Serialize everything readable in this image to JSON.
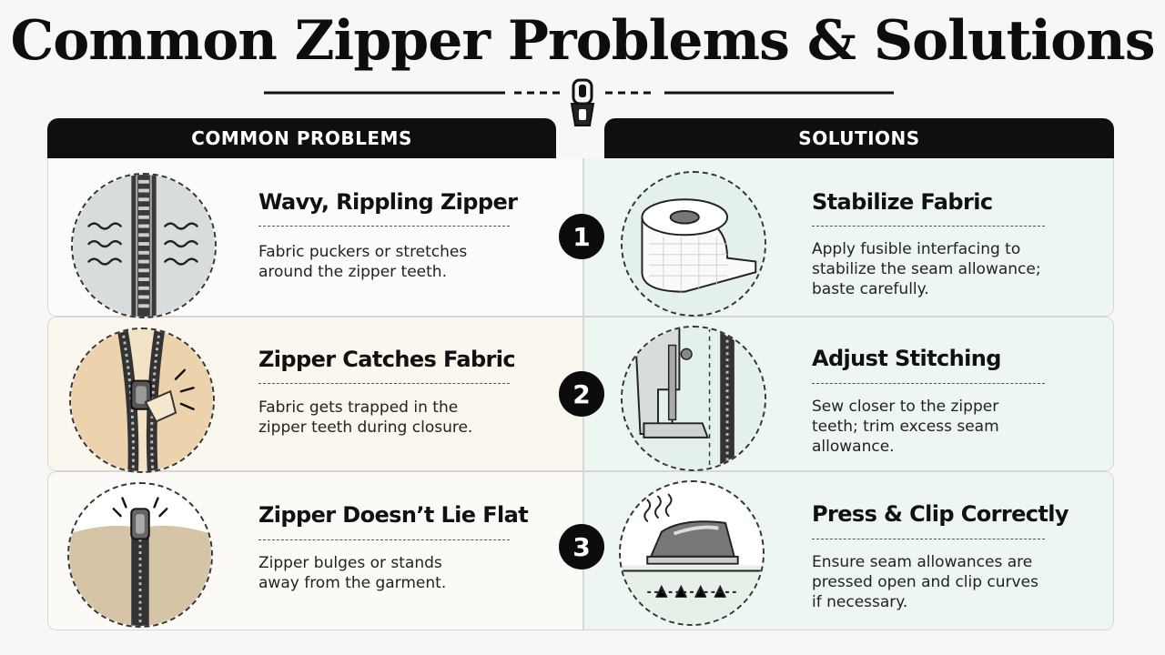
{
  "title": "Common Zipper Problems & Solutions",
  "headers": {
    "problems": "COMMON PROBLEMS",
    "solutions": "SOLUTIONS"
  },
  "icons": {
    "divider": "zipper-pull-icon",
    "problem_1": "wavy-zipper-icon",
    "problem_2": "zipper-catching-fabric-icon",
    "problem_3": "bulging-zipper-icon",
    "solution_1": "interfacing-roll-icon",
    "solution_2": "sewing-machine-foot-icon",
    "solution_3": "iron-icon"
  },
  "colors": {
    "header_bg": "#0f0f0f",
    "solution_bg": "#edf6f1",
    "problem_bg_2": "#fbf6ee",
    "badge_bg": "#0c0c0c"
  },
  "rows": [
    {
      "number": "1",
      "problem": {
        "title": "Wavy, Rippling Zipper",
        "desc": [
          "Fabric puckers or stretches",
          "around the zipper teeth."
        ]
      },
      "solution": {
        "title": "Stabilize Fabric",
        "desc": [
          "Apply fusible interfacing to",
          "stabilize the seam allowance;",
          "baste carefully."
        ]
      }
    },
    {
      "number": "2",
      "problem": {
        "title": "Zipper Catches Fabric",
        "desc": [
          "Fabric gets trapped in the",
          "zipper teeth during closure."
        ]
      },
      "solution": {
        "title": "Adjust Stitching",
        "desc": [
          "Sew closer to the zipper",
          "teeth; trim excess seam",
          "allowance."
        ]
      }
    },
    {
      "number": "3",
      "problem": {
        "title": "Zipper Doesn’t Lie Flat",
        "desc": [
          "Zipper bulges or stands",
          "away from the garment."
        ]
      },
      "solution": {
        "title": "Press & Clip Correctly",
        "desc": [
          "Ensure seam allowances are",
          "pressed open and clip curves",
          "if necessary."
        ]
      }
    }
  ]
}
